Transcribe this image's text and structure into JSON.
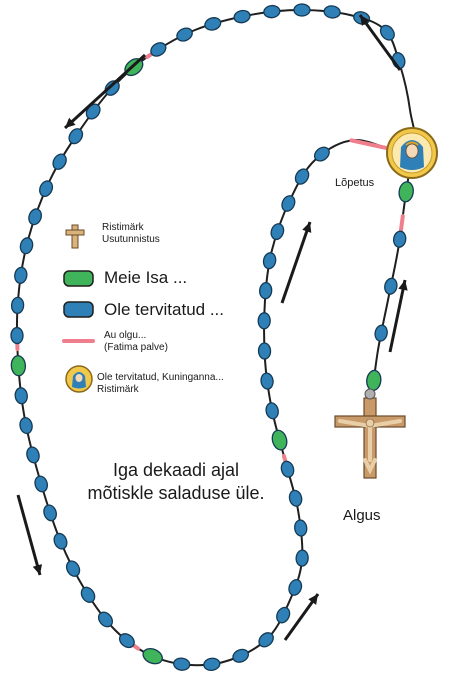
{
  "legend": {
    "cross_line1": "Ristimärk",
    "cross_line2": "Usutunnistus",
    "green_label": "Meie Isa ...",
    "blue_label": "Ole tervitatud ...",
    "pink_line1": "Au olgu...",
    "pink_line2": "(Fatima palve)",
    "medal_line1": "Ole tervitatud, Kuninganna...",
    "medal_line2": "Ristimärk"
  },
  "labels": {
    "end": "Lõpetus",
    "start": "Algus",
    "caption_line1": "Iga dekaadi ajal",
    "caption_line2": "mõtiskle saladuse üle."
  },
  "colors": {
    "blue_bead": "#2f80b6",
    "green_bead": "#3fb45a",
    "pink_link": "#ef7f8c",
    "cord": "#1f1f1f",
    "medal": "#e8b93a",
    "cross_wood": "#c89a6a"
  },
  "icons": {
    "cross": "crucifix-icon",
    "medal": "mary-medal-icon",
    "arrow": "direction-arrow-icon"
  }
}
